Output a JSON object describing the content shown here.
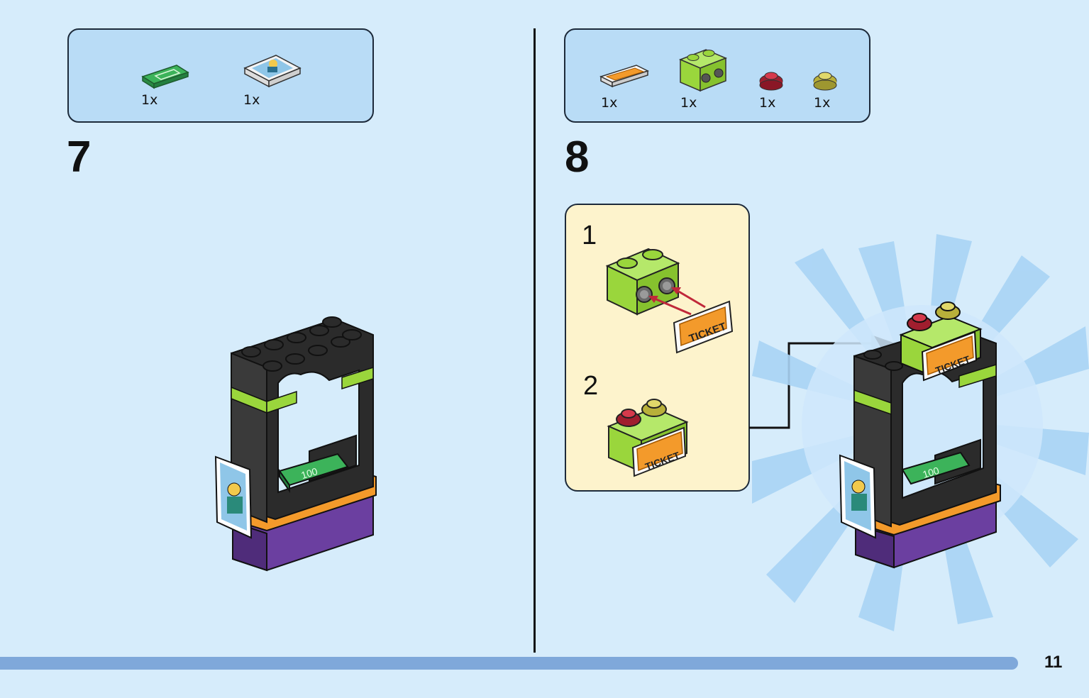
{
  "steps": [
    {
      "number": "7",
      "parts": [
        {
          "qty": "1x",
          "icon": "green-money-tile"
        },
        {
          "qty": "1x",
          "icon": "poster-tile"
        }
      ]
    },
    {
      "number": "8",
      "parts": [
        {
          "qty": "1x",
          "icon": "ticket-tile"
        },
        {
          "qty": "1x",
          "icon": "lime-brick-1x2"
        },
        {
          "qty": "1x",
          "icon": "red-round-plate"
        },
        {
          "qty": "1x",
          "icon": "yellow-round-plate"
        }
      ],
      "substeps": [
        "1",
        "2"
      ]
    }
  ],
  "labels": {
    "ticket": "TICKET",
    "money": "100"
  },
  "page_number": "11",
  "colors": {
    "background": "#d6ecfb",
    "parts_box": "#b9dcf6",
    "substep_panel": "#fdf3cc",
    "bar": "#7fa8da",
    "brick_black": "#2b2b2b",
    "lime": "#9ad63c",
    "purple": "#6b3fa0",
    "orange": "#f39a2b",
    "money_green": "#3cb35a",
    "red_stud": "#c0283a",
    "yellow_stud": "#c9c24a"
  }
}
